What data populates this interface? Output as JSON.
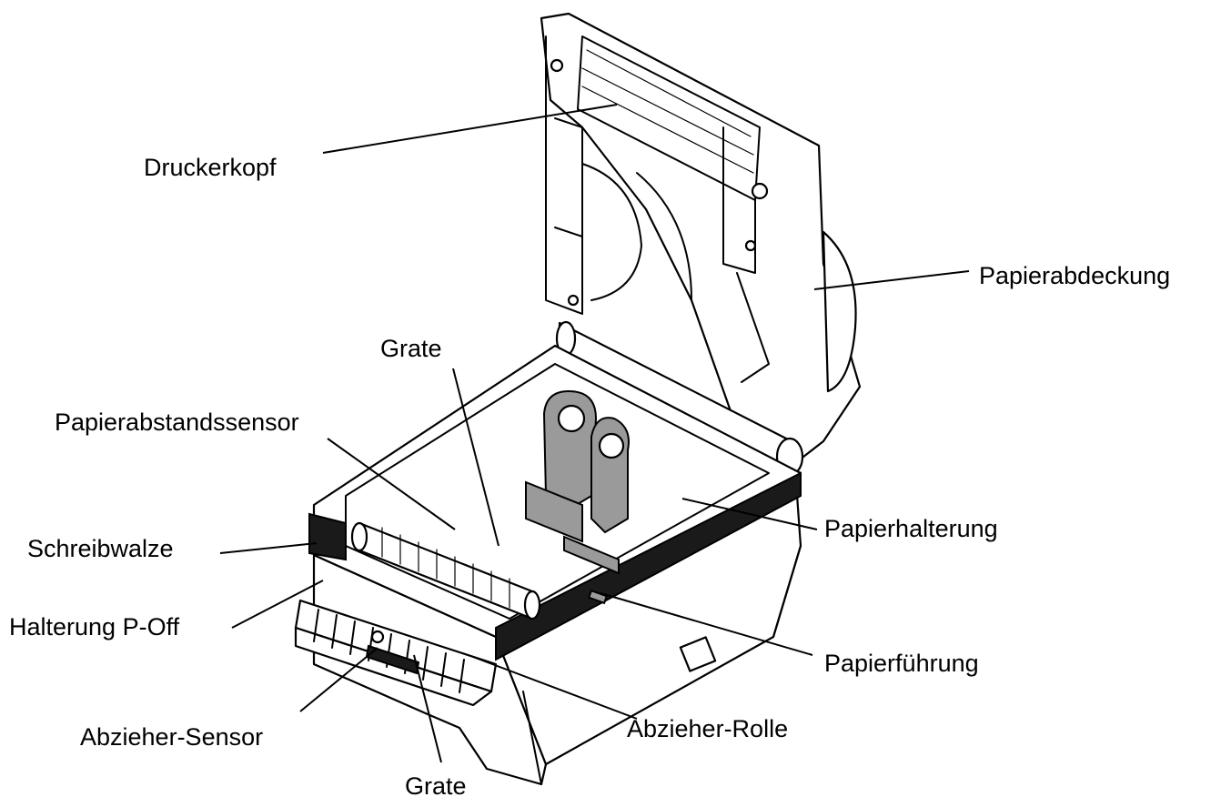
{
  "labels": {
    "printhead": "Druckerkopf",
    "paper_cover": "Papierabdeckung",
    "gap_top": "Grate",
    "gap_sensor": "Papierabstandssensor",
    "platen": "Schreibwalze",
    "paper_holder": "Papierhalterung",
    "holder_poff": "Halterung P-Off",
    "paper_guide": "Papierführung",
    "peeler_sensor": "Abzieher-Sensor",
    "peeler_roller": "Abzieher-Rolle",
    "gap_bottom": "Grate"
  }
}
